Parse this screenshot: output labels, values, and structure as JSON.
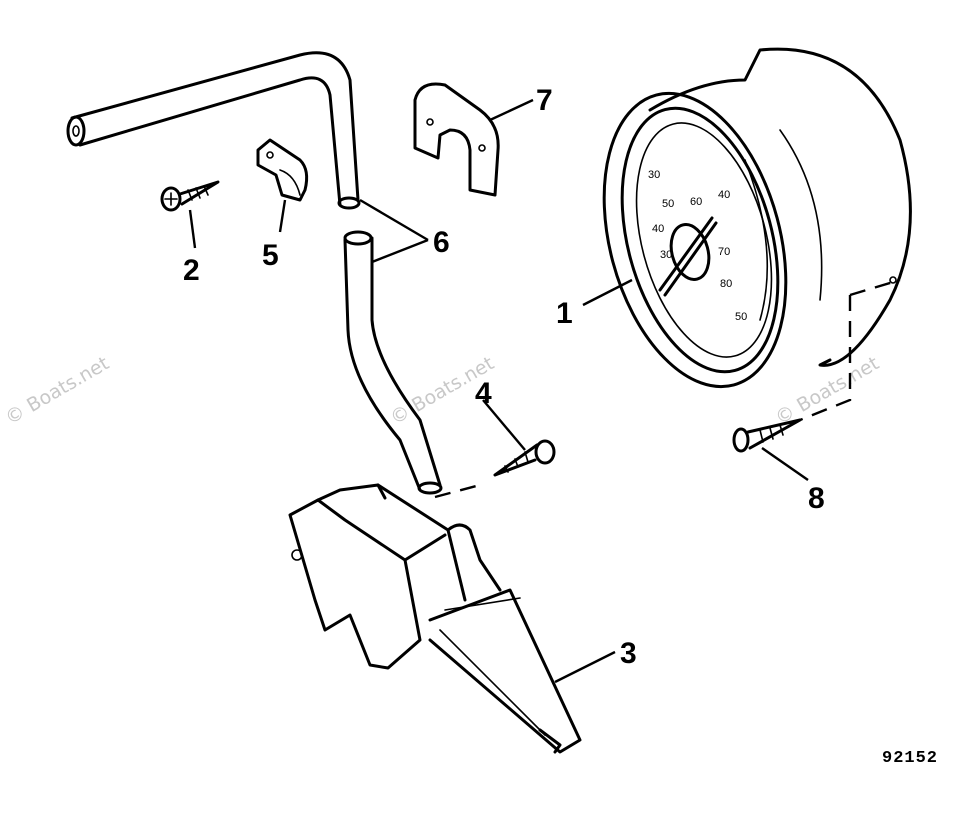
{
  "diagram": {
    "figure_number": "92152",
    "watermark": "© Boats.net",
    "callouts": [
      {
        "id": "1",
        "label": "1"
      },
      {
        "id": "2",
        "label": "2"
      },
      {
        "id": "3",
        "label": "3"
      },
      {
        "id": "4",
        "label": "4"
      },
      {
        "id": "5",
        "label": "5"
      },
      {
        "id": "6",
        "label": "6"
      },
      {
        "id": "7",
        "label": "7"
      },
      {
        "id": "8",
        "label": "8"
      }
    ],
    "gauge_scale": [
      "30",
      "50",
      "60",
      "40",
      "70",
      "30",
      "80",
      "50",
      "40"
    ]
  }
}
